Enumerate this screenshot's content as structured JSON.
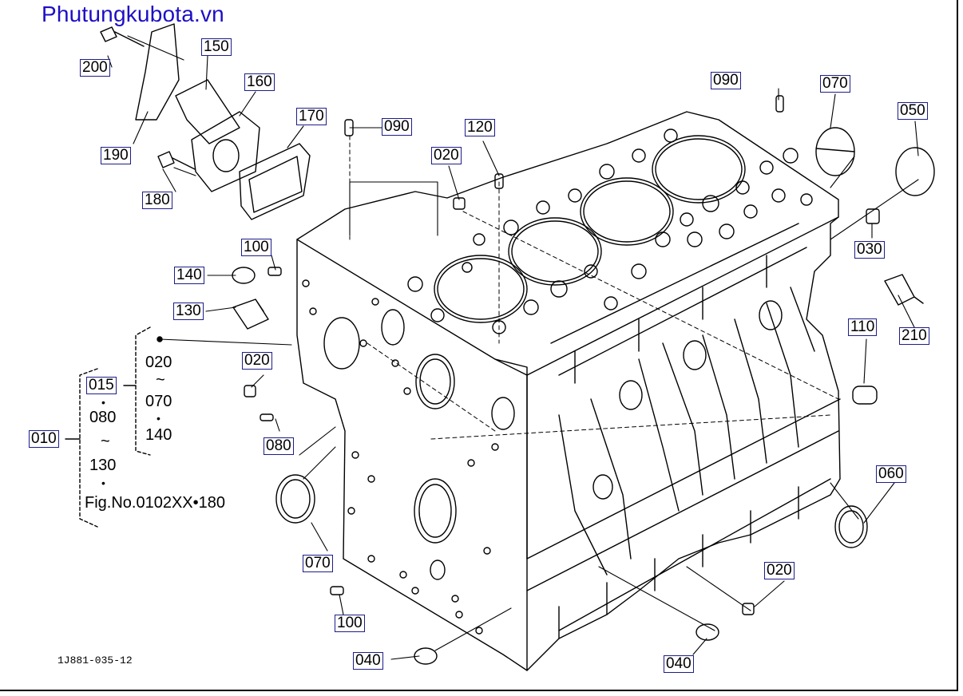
{
  "site_title": "Phutungkubota.vn",
  "diagram_code": "1J881-035-12",
  "part_callouts": [
    {
      "id": "200",
      "label": "200"
    },
    {
      "id": "150",
      "label": "150"
    },
    {
      "id": "160",
      "label": "160"
    },
    {
      "id": "170",
      "label": "170"
    },
    {
      "id": "190",
      "label": "190"
    },
    {
      "id": "180",
      "label": "180"
    },
    {
      "id": "090a",
      "label": "090"
    },
    {
      "id": "120",
      "label": "120"
    },
    {
      "id": "020a",
      "label": "020"
    },
    {
      "id": "090b",
      "label": "090"
    },
    {
      "id": "070a",
      "label": "070"
    },
    {
      "id": "050",
      "label": "050"
    },
    {
      "id": "030",
      "label": "030"
    },
    {
      "id": "210",
      "label": "210"
    },
    {
      "id": "100a",
      "label": "100"
    },
    {
      "id": "140",
      "label": "140"
    },
    {
      "id": "130",
      "label": "130"
    },
    {
      "id": "020b",
      "label": "020"
    },
    {
      "id": "015",
      "label": "015"
    },
    {
      "id": "010",
      "label": "010"
    },
    {
      "id": "080",
      "label": "080"
    },
    {
      "id": "070b",
      "label": "070"
    },
    {
      "id": "110",
      "label": "110"
    },
    {
      "id": "060",
      "label": "060"
    },
    {
      "id": "020c",
      "label": "020"
    },
    {
      "id": "100b",
      "label": "100"
    },
    {
      "id": "040a",
      "label": "040"
    },
    {
      "id": "040b",
      "label": "040"
    }
  ],
  "group_text": {
    "range_a_start": "020",
    "range_a_tilde": "~",
    "range_a_end": "070",
    "range_a_dot": "•",
    "range_a_last": "140",
    "range_b_dot1": "•",
    "range_b_start": "080",
    "range_b_tilde": "~",
    "range_b_end": "130",
    "range_b_dot2": "•",
    "fig_ref": "Fig.No.0102XX•180"
  }
}
